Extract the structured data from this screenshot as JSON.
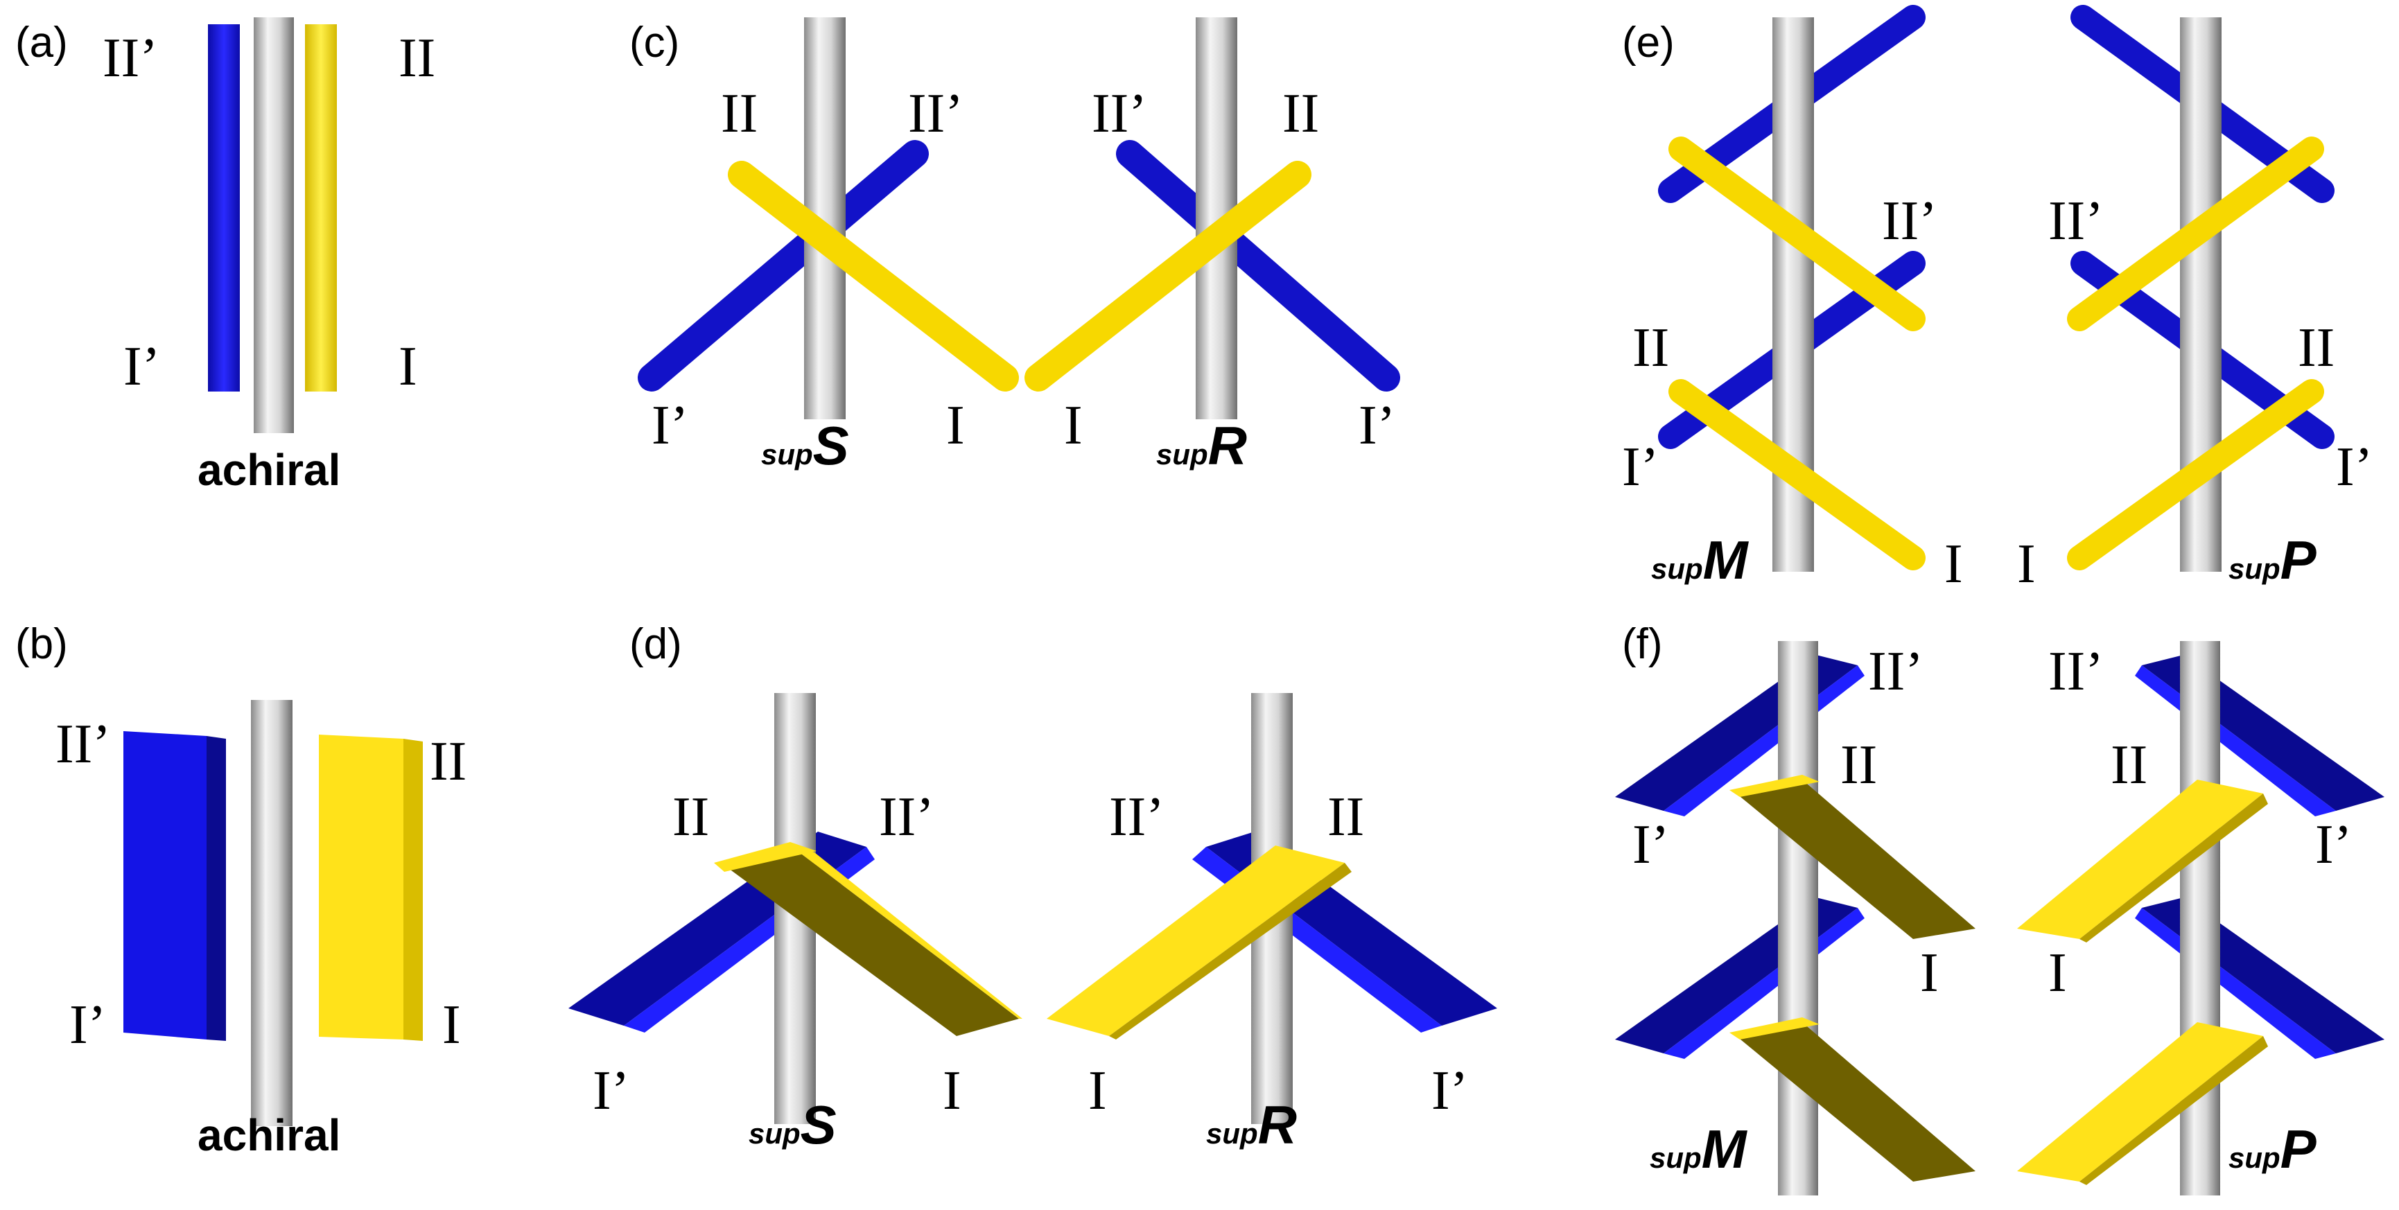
{
  "panels": {
    "a": {
      "label": "(a)",
      "caption": "achiral",
      "ends": {
        "top_left": "II’",
        "top_right": "II",
        "bottom_left": "I’",
        "bottom_right": "I"
      }
    },
    "b": {
      "label": "(b)",
      "caption": "achiral",
      "ends": {
        "top_left": "II’",
        "top_right": "II",
        "bottom_left": "I’",
        "bottom_right": "I"
      }
    },
    "c": {
      "label": "(c)",
      "left": {
        "prefix": "sup",
        "symbol": "S",
        "top_left": "II",
        "top_right": "II’",
        "bottom_left": "I’",
        "bottom_right": "I"
      },
      "right": {
        "prefix": "sup",
        "symbol": "R",
        "top_left": "II’",
        "top_right": "II",
        "bottom_left": "I",
        "bottom_right": "I’"
      }
    },
    "d": {
      "label": "(d)",
      "left": {
        "prefix": "sup",
        "symbol": "S",
        "top_left": "II",
        "top_right": "II’",
        "bottom_left": "I’",
        "bottom_right": "I"
      },
      "right": {
        "prefix": "sup",
        "symbol": "R",
        "top_left": "II’",
        "top_right": "II",
        "bottom_left": "I",
        "bottom_right": "I’"
      }
    },
    "e": {
      "label": "(e)",
      "left": {
        "prefix": "sup",
        "symbol": "M",
        "mid_right": "II’",
        "low_left_top": "II",
        "low_left_bottom": "I’",
        "bottom_right": "I"
      },
      "right": {
        "prefix": "sup",
        "symbol": "P",
        "mid_left": "II’",
        "low_right_top": "II",
        "low_right_bottom": "I’",
        "bottom_left": "I"
      }
    },
    "f": {
      "label": "(f)",
      "left": {
        "prefix": "sup",
        "symbol": "M",
        "top_right": "II’",
        "inner_top": "II",
        "left_mid": "I’",
        "inner_bottom": "I"
      },
      "right": {
        "prefix": "sup",
        "symbol": "P",
        "top_left": "II’",
        "inner_top": "II",
        "right_mid": "I’",
        "inner_bottom": "I"
      }
    }
  },
  "colors": {
    "blue": "#1515d8",
    "blue_dark": "#0a0a8a",
    "yellow": "#ffe21a",
    "yellow_dark": "#6e6000",
    "rod": "#c8c8c8"
  }
}
